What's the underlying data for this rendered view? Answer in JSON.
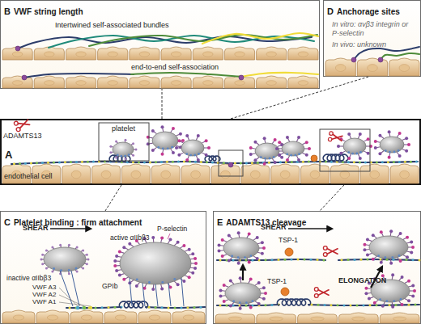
{
  "diagram": {
    "nodes": [
      {
        "text": [
          "B",
          "VWF string length"
        ]
      },
      {
        "text": [
          "D",
          "Anchorage sites",
          "In vitro: αvβ3 integrin or P-selectin",
          "In vivo: unknown"
        ]
      },
      {
        "text": [
          "A"
        ]
      },
      {
        "text": [
          "C",
          "Platelet binding : firm attachment"
        ]
      },
      {
        "text": [
          "E",
          "ADAMTS13 cleavage"
        ]
      }
    ],
    "edges": [
      {
        "from": 2,
        "to": 0,
        "arrow": "none"
      },
      {
        "from": 2,
        "to": 1,
        "arrow": "none"
      },
      {
        "from": 2,
        "to": 3,
        "arrow": "none"
      },
      {
        "from": 2,
        "to": 4,
        "arrow": "none"
      }
    ],
    "labels": [
      "Intertwined self-associated bundles",
      "end-to-end self-association",
      "ADAMTS13",
      "platelet",
      "endothelial cell",
      "SHEAR",
      "inactive αIIbβ3",
      "P-selectin",
      "active αIIbβ3",
      "GPIb",
      "VWF A3",
      "VWF A2",
      "VWF A1",
      "SHEAR",
      "TSP-1",
      "TSP-1",
      "ELONGATION"
    ]
  }
}
